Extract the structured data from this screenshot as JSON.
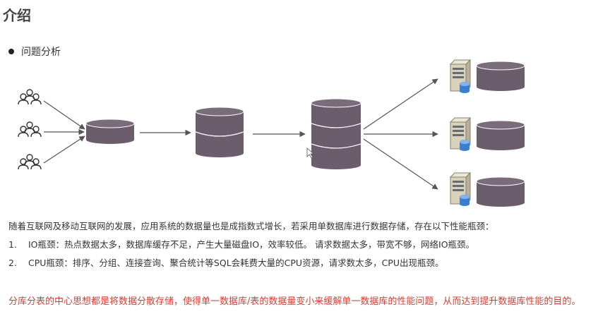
{
  "title": "介绍",
  "section": {
    "heading": "问题分析"
  },
  "diagram": {
    "user_icon": "users-icon",
    "server_icon": "server-with-database-icon",
    "colors": {
      "database": "#6b5d6b",
      "database_line": "#ffffff",
      "arrow": "#555555",
      "people": "#333333"
    }
  },
  "description": "随着互联网及移动互联网的发展，应用系统的数据量也是成指数式增长，若采用单数据库进行数据存储，存在以下性能瓶颈：",
  "bottlenecks": [
    {
      "num": "1.",
      "text": "IO瓶颈：热点数据太多，数据库缓存不足，产生大量磁盘IO，效率较低。 请求数据太多，带宽不够，网络IO瓶颈。"
    },
    {
      "num": "2.",
      "text": "CPU瓶颈：排序、分组、连接查询、聚合统计等SQL会耗费大量的CPU资源，请求数太多，CPU出现瓶颈。"
    }
  ],
  "conclusion": "分库分表的中心思想都是将数据分散存储，使得单一数据库/表的数据量变小来缓解单一数据库的性能问题，从而达到提升数据库性能的目的。"
}
